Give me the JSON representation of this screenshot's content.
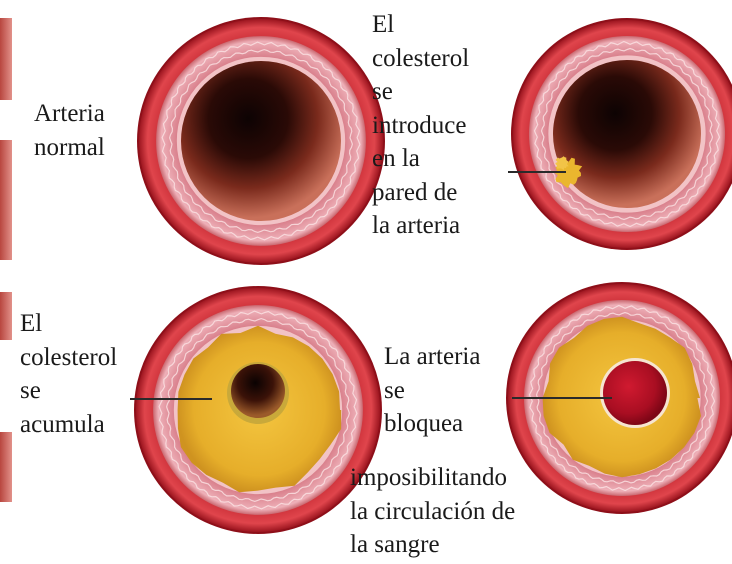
{
  "colors": {
    "outer_wall": "#d3323a",
    "outer_wall_dark": "#9d1620",
    "middle_layer": "#e49aa4",
    "inner_lining": "#f2c3c6",
    "lumen_dark": "#160606",
    "lumen_mid": "#7d2b1c",
    "plaque": "#eab62e",
    "clot": "#b51024",
    "leader_line": "#2a2a2a"
  },
  "panels": [
    {
      "id": "normal",
      "label_lines": [
        "Arteria",
        "normal"
      ],
      "plaque": "none",
      "has_leader": false
    },
    {
      "id": "cholesterol-enters",
      "label_lines": [
        "El",
        "colesterol",
        "se",
        "introduce",
        "en la",
        "pared de",
        "la arteria"
      ],
      "plaque": "small-deposit",
      "has_leader": true
    },
    {
      "id": "cholesterol-accumulates",
      "label_lines": [
        "El",
        "colesterol",
        "se",
        "acumula"
      ],
      "plaque": "large-ring",
      "has_leader": true
    },
    {
      "id": "artery-blocked",
      "label_lines": [
        "La arteria",
        "se",
        "bloquea",
        "imposibilitando",
        "la circulación de",
        "la sangre"
      ],
      "plaque": "full-blockage",
      "has_leader": true
    }
  ]
}
